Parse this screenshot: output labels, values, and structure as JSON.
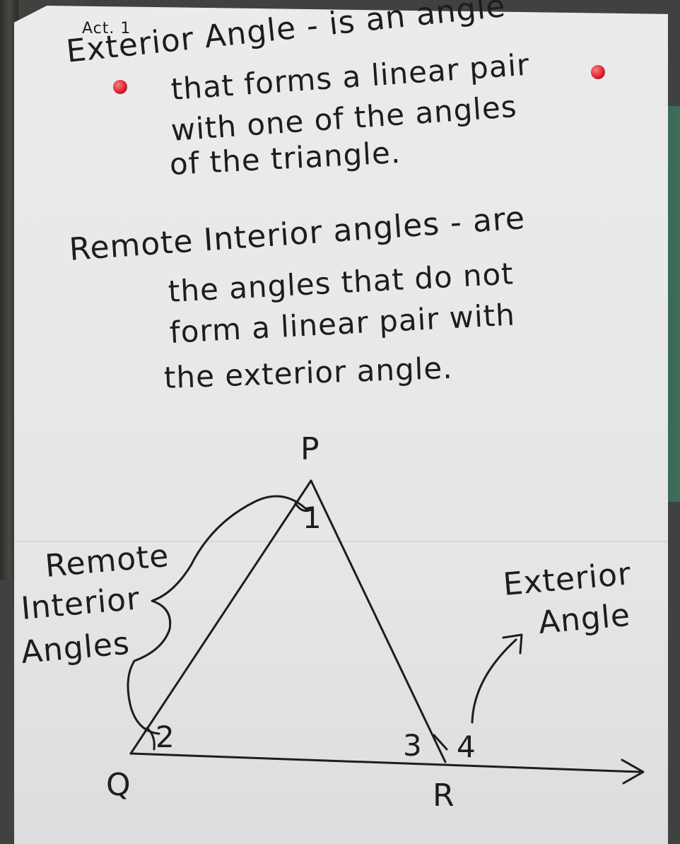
{
  "header": {
    "activity": "Act. 1"
  },
  "definitions": {
    "exterior": {
      "term": "Exterior Angle - is an angle",
      "lines": [
        "that forms a linear pair",
        "with one of the angles",
        "of the triangle."
      ]
    },
    "remote": {
      "term": "Remote Interior angles - are",
      "lines": [
        "the angles that do not",
        "form a linear pair with",
        "the exterior angle."
      ]
    }
  },
  "figure": {
    "vertices": {
      "p": "P",
      "q": "Q",
      "r": "R"
    },
    "angles": {
      "a1": "1",
      "a2": "2",
      "a3": "3",
      "a4": "4"
    },
    "remote_label": [
      "Remote",
      "Interior",
      "Angles"
    ],
    "exterior_label": [
      "Exterior",
      "Angle"
    ]
  },
  "colors": {
    "paper": "#e9eaec",
    "ink": "#1d1d1f",
    "pin": "#d6202a",
    "wall": "#3f6e5b"
  }
}
